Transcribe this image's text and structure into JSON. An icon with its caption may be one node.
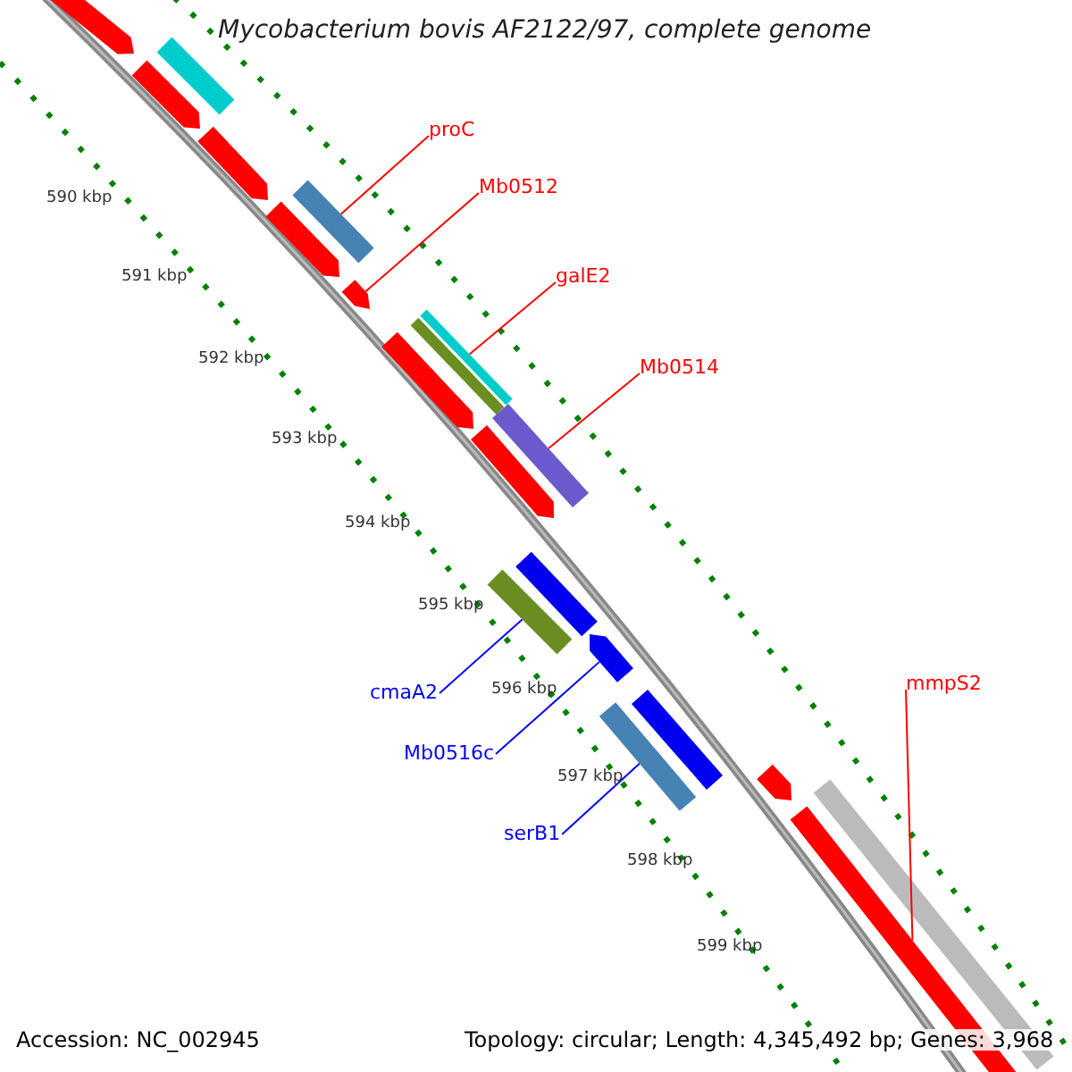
{
  "diagram": {
    "title": "Mycobacterium bovis AF2122/97, complete genome",
    "nodes": [
      {
        "text": [
          "proC"
        ]
      },
      {
        "text": [],
        "shape": "bar"
      },
      {
        "text": [
          "Mb0512"
        ]
      },
      {
        "text": [],
        "shape": "bar"
      },
      {
        "text": [
          "galE2"
        ]
      },
      {
        "text": [],
        "shape": "bar"
      },
      {
        "text": [
          "Mb0514"
        ]
      },
      {
        "text": [],
        "shape": "bar"
      },
      {
        "text": [
          "mmpS2"
        ]
      },
      {
        "text": [],
        "shape": "bar"
      },
      {
        "text": [
          "cmaA2"
        ]
      },
      {
        "text": [],
        "shape": "bar"
      },
      {
        "text": [
          "Mb0516c"
        ]
      },
      {
        "text": [],
        "shape": "bar"
      },
      {
        "text": [
          "serB1"
        ]
      },
      {
        "text": [],
        "shape": "bar"
      }
    ],
    "edges": [
      {
        "from": 0,
        "to": 1,
        "arrow": "none"
      },
      {
        "from": 2,
        "to": 3,
        "arrow": "none"
      },
      {
        "from": 4,
        "to": 5,
        "arrow": "none"
      },
      {
        "from": 6,
        "to": 7,
        "arrow": "none"
      },
      {
        "from": 8,
        "to": 9,
        "arrow": "none"
      },
      {
        "from": 10,
        "to": 11,
        "arrow": "none",
        "color": "#0000ff"
      },
      {
        "from": 12,
        "to": 13,
        "arrow": "none",
        "color": "#0000ff"
      },
      {
        "from": 14,
        "to": 15,
        "arrow": "none",
        "color": "#0000ff"
      }
    ],
    "labels": [
      "590 kbp",
      "591 kbp",
      "592 kbp",
      "593 kbp",
      "594 kbp",
      "595 kbp",
      "596 kbp",
      "597 kbp",
      "598 kbp",
      "599 kbp",
      "Accession: NC_002945",
      "Topology: circular; Length: 4,345,492 bp; Genes: 3,968"
    ]
  }
}
